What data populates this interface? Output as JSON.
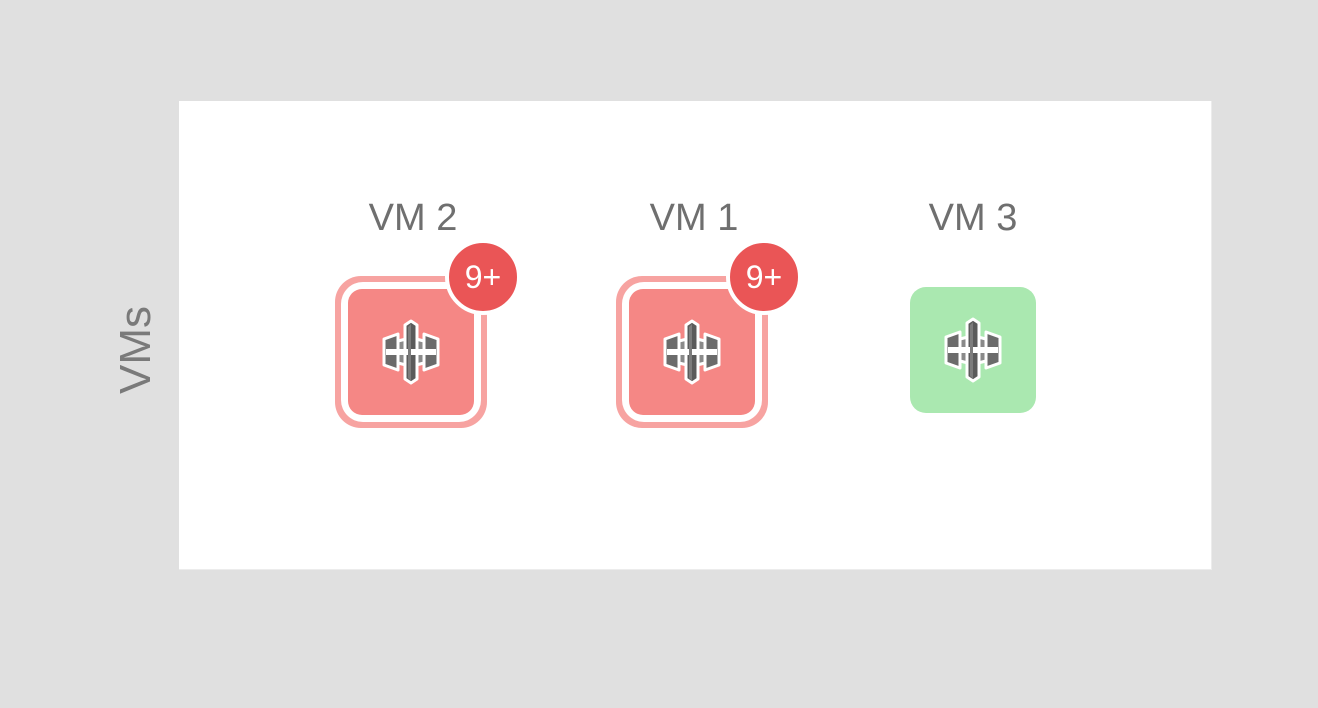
{
  "group": {
    "label": "VMs"
  },
  "colors": {
    "background": "#e0e0e0",
    "panel": "#ffffff",
    "alert_tile": "#f58785",
    "alert_ring": "#f7a3a1",
    "badge": "#ea5556",
    "ok_tile": "#aae8b0",
    "label_text": "#6f6f6f"
  },
  "nodes": [
    {
      "title": "VM 2",
      "status": "alert",
      "badge": "9+",
      "icon": "api-gateway-icon"
    },
    {
      "title": "VM 1",
      "status": "alert",
      "badge": "9+",
      "icon": "api-gateway-icon"
    },
    {
      "title": "VM 3",
      "status": "ok",
      "badge": null,
      "icon": "api-gateway-icon"
    }
  ]
}
